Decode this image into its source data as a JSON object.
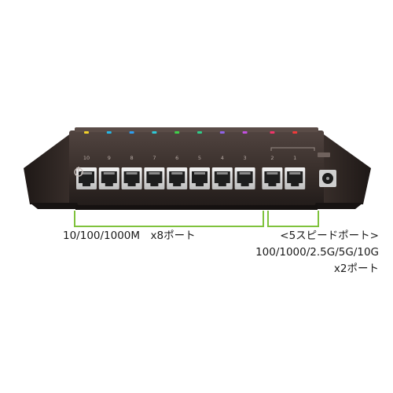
{
  "port_numbers": [
    "10",
    "9",
    "8",
    "7",
    "6",
    "5",
    "4",
    "3",
    "2",
    "1"
  ],
  "led_colors": [
    "#f2d22a",
    "#25b8e8",
    "#2e9ef0",
    "#2ec9d8",
    "#3fd24a",
    "#2fcf8a",
    "#8f63e8",
    "#c24fe0",
    "#f0356a",
    "#f03a3a"
  ],
  "captions": {
    "gigabit_ports": "10/100/1000M　x8ポート",
    "multigig_title": "<5スピードポート>",
    "multigig_speeds": "100/1000/2.5G/5G/10G",
    "multigig_count": "x2ポート"
  },
  "colors": {
    "bracket": "#7fc23c",
    "chassis": "#3b302c",
    "port_frame": "#d9d9d9"
  },
  "icons": [
    "power-button-icon",
    "dc-power-jack-icon"
  ]
}
